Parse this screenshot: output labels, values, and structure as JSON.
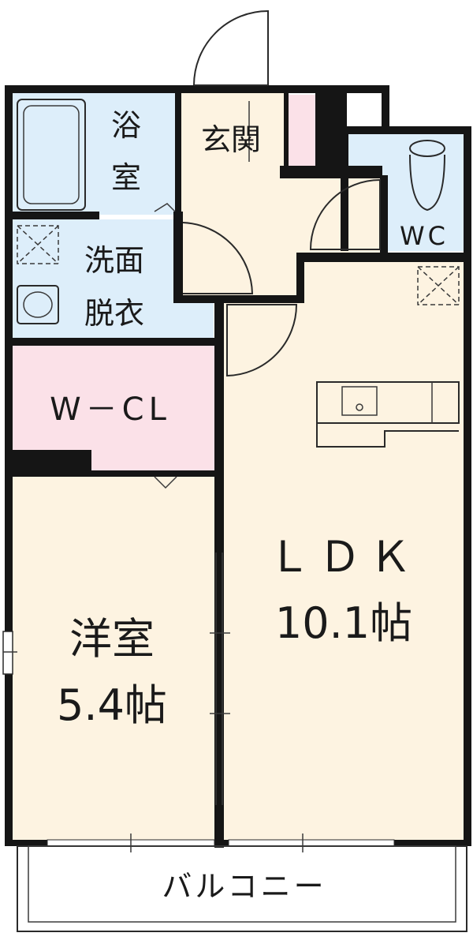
{
  "rooms": {
    "bath": {
      "line1": "浴",
      "line2": "室"
    },
    "entrance": {
      "label": "玄関"
    },
    "toilet": {
      "label": "WC"
    },
    "washroom": {
      "line1": "洗面",
      "line2": "脱衣"
    },
    "closet": {
      "label": "W－CL"
    },
    "western_room": {
      "name": "洋室",
      "size": "5.4帖"
    },
    "ldk": {
      "name": "ＬＤＫ",
      "size": "10.1帖"
    },
    "balcony": {
      "label": "バルコニー"
    }
  },
  "colors": {
    "wet_area": "#ddeefa",
    "closet": "#fbe1e8",
    "living": "#fdf3e1",
    "wall": "#151515",
    "balcony": "#ffffff"
  }
}
